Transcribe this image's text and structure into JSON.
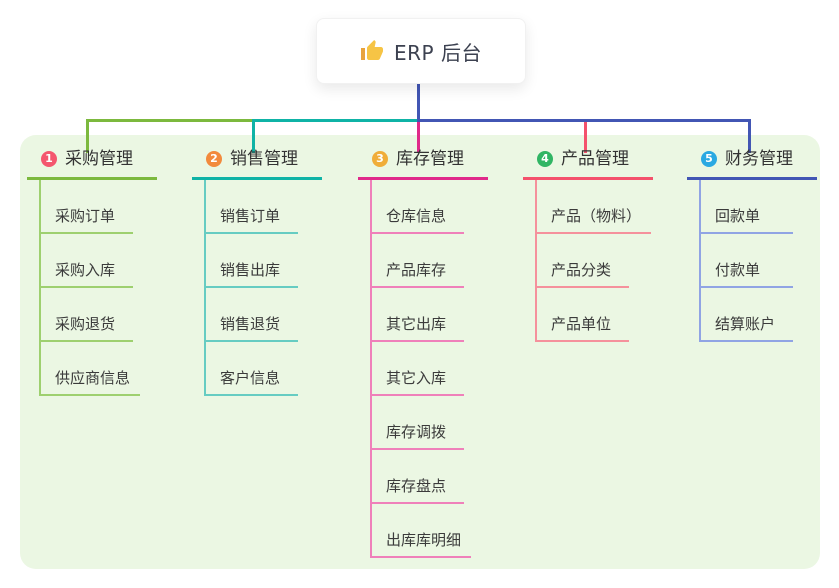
{
  "root": {
    "title": "ERP 后台",
    "icon": "thumbs-up-icon"
  },
  "board": {
    "background": "#ebf7e3"
  },
  "connectors": {
    "stem_color": "#4256b4"
  },
  "branches": [
    {
      "id": "purchase",
      "badge": "1",
      "badge_color": "#f4566e",
      "label": "采购管理",
      "color": "#7cb93e",
      "light_color": "#9ed06f",
      "children": [
        "采购订单",
        "采购入库",
        "采购退货",
        "供应商信息"
      ]
    },
    {
      "id": "sales",
      "badge": "2",
      "badge_color": "#f28a3c",
      "label": "销售管理",
      "color": "#0fb3a6",
      "light_color": "#66ccc2",
      "children": [
        "销售订单",
        "销售出库",
        "销售退货",
        "客户信息"
      ]
    },
    {
      "id": "inventory",
      "badge": "3",
      "badge_color": "#f0ad39",
      "label": "库存管理",
      "color": "#e02a8a",
      "light_color": "#ef80ba",
      "children": [
        "仓库信息",
        "产品库存",
        "其它出库",
        "其它入库",
        "库存调拨",
        "库存盘点",
        "出库库明细"
      ]
    },
    {
      "id": "product",
      "badge": "4",
      "badge_color": "#31b564",
      "label": "产品管理",
      "color": "#f4516c",
      "light_color": "#f5919c",
      "children": [
        "产品（物料）",
        "产品分类",
        "产品单位"
      ]
    },
    {
      "id": "finance",
      "badge": "5",
      "badge_color": "#2aa9e2",
      "label": "财务管理",
      "color": "#4256b4",
      "light_color": "#90a4e4",
      "children": [
        "回款单",
        "付款单",
        "结算账户"
      ]
    }
  ]
}
